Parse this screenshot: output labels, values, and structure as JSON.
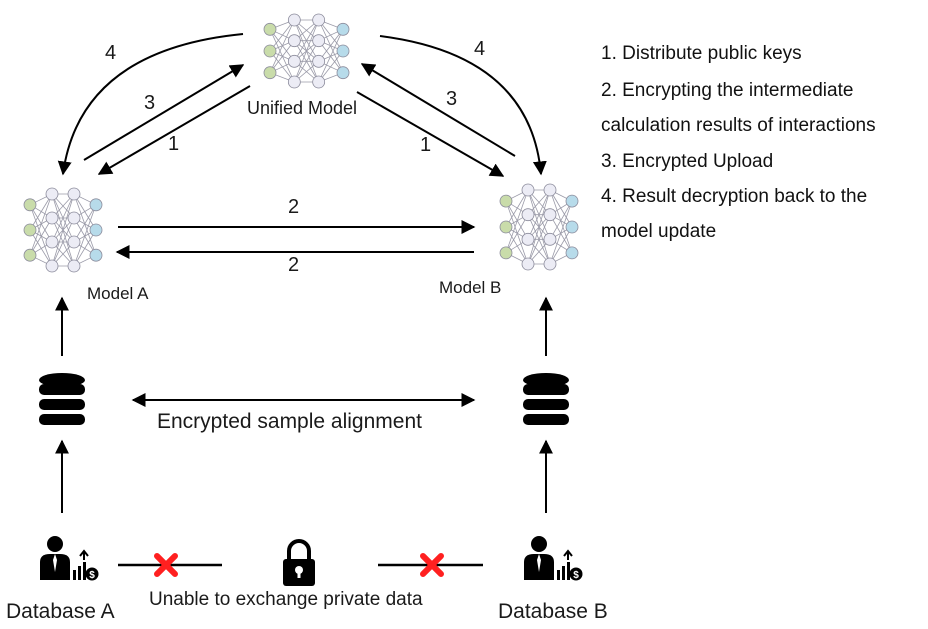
{
  "nodes": {
    "unified_model": "Unified Model",
    "model_a": "Model A",
    "model_b": "Model B",
    "database_a": "Database A",
    "database_b": "Database B"
  },
  "edge_labels": {
    "step4_left": "4",
    "step3_left": "3",
    "step1_left": "1",
    "step4_right": "4",
    "step3_right": "3",
    "step1_right": "1",
    "step2_top": "2",
    "step2_bottom": "2"
  },
  "annotations": {
    "alignment": "Encrypted sample alignment",
    "no_exchange": "Unable to exchange private data"
  },
  "legend": [
    "1. Distribute public keys",
    "2. Encrypting the intermediate",
    "calculation results of interactions",
    "3. Encrypted Upload",
    "4. Result decryption back to the",
    "model update"
  ],
  "colors": {
    "input_node": "#c9dcaa",
    "hidden_node": "#ececf5",
    "output_node": "#b7dbea",
    "forbidden_cross": "#ff2020",
    "icon": "#000000"
  }
}
